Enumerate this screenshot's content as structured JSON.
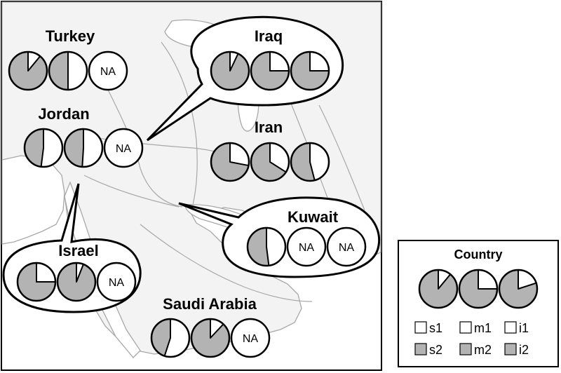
{
  "colors": {
    "allele_a": "#ffffff",
    "allele_b": "#b3b3b3",
    "outline": "#000000",
    "land": "#f3f3f3",
    "border": "#a8a8a8"
  },
  "chart_data": {
    "type": "pie",
    "loci": [
      "s",
      "m",
      "i"
    ],
    "note_na": "NA",
    "countries": [
      {
        "name": "Turkey",
        "pies": [
          {
            "a": 0.11,
            "b": 0.89
          },
          {
            "a": 0.5,
            "b": 0.5
          },
          "NA"
        ]
      },
      {
        "name": "Iraq",
        "pies": [
          {
            "a": 0.07,
            "b": 0.93
          },
          {
            "a": 0.25,
            "b": 0.75
          },
          {
            "a": 0.25,
            "b": 0.75
          }
        ]
      },
      {
        "name": "Jordan",
        "pies": [
          {
            "a": 0.52,
            "b": 0.48
          },
          {
            "a": 0.51,
            "b": 0.49
          },
          "NA"
        ]
      },
      {
        "name": "Iran",
        "pies": [
          {
            "a": 0.28,
            "b": 0.72
          },
          {
            "a": 0.34,
            "b": 0.66
          },
          {
            "a": 0.46,
            "b": 0.54
          }
        ]
      },
      {
        "name": "Kuwait",
        "pies": [
          {
            "a": 0.48,
            "b": 0.52
          },
          "NA",
          "NA"
        ]
      },
      {
        "name": "Israel",
        "pies": [
          {
            "a": 0.25,
            "b": 0.75
          },
          {
            "a": 0.06,
            "b": 0.94
          },
          "NA"
        ]
      },
      {
        "name": "Saudi Arabia",
        "pies": [
          {
            "a": 0.55,
            "b": 0.45
          },
          {
            "a": 0.12,
            "b": 0.88
          },
          "NA"
        ]
      }
    ]
  },
  "legend": {
    "title": "Country",
    "example_pies": [
      {
        "a": 0.11,
        "b": 0.89
      },
      {
        "a": 0.25,
        "b": 0.75
      },
      {
        "a": 0.2,
        "b": 0.8
      }
    ],
    "keys": [
      {
        "label": "s1",
        "allele": "a"
      },
      {
        "label": "m1",
        "allele": "a"
      },
      {
        "label": "i1",
        "allele": "a"
      },
      {
        "label": "s2",
        "allele": "b"
      },
      {
        "label": "m2",
        "allele": "b"
      },
      {
        "label": "i2",
        "allele": "b"
      }
    ]
  }
}
